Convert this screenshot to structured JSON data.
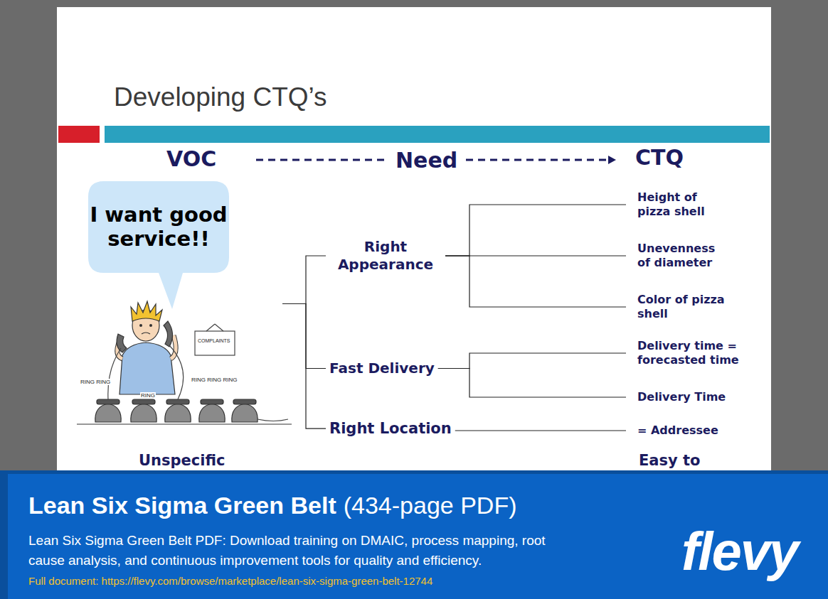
{
  "diagram": {
    "title": "Developing CTQ’s",
    "nodes": [
      {
        "text": [
          "I want good service!!"
        ]
      },
      {
        "text": [
          "Right Appearance"
        ]
      },
      {
        "text": [
          "Fast Delivery"
        ]
      },
      {
        "text": [
          "Right Location"
        ]
      },
      {
        "text": [
          "Height of pizza shell"
        ]
      },
      {
        "text": [
          "Unevenness of diameter"
        ]
      },
      {
        "text": [
          "Color of pizza shell"
        ]
      },
      {
        "text": [
          "Delivery time = forecasted time"
        ]
      },
      {
        "text": [
          "Delivery Time"
        ]
      },
      {
        "text": [
          "= Addressee"
        ]
      }
    ],
    "edges": [
      {
        "from": 0,
        "to": 1,
        "arrow": "none"
      },
      {
        "from": 0,
        "to": 2,
        "arrow": "none"
      },
      {
        "from": 0,
        "to": 3,
        "arrow": "none"
      },
      {
        "from": 1,
        "to": 4,
        "arrow": "none"
      },
      {
        "from": 1,
        "to": 5,
        "arrow": "none"
      },
      {
        "from": 1,
        "to": 6,
        "arrow": "none"
      },
      {
        "from": 2,
        "to": 7,
        "arrow": "none"
      },
      {
        "from": 2,
        "to": 8,
        "arrow": "none"
      },
      {
        "from": 3,
        "to": 9,
        "arrow": "none"
      }
    ],
    "labels": [
      "VOC",
      "Need",
      "CTQ",
      "COMPLAINTS",
      "RING RING",
      "RING",
      "RING RING RING",
      "Unspecific",
      "Easy to",
      "Lean Six Sigma Green Belt",
      "(434-page PDF)",
      "Lean Six Sigma Green Belt PDF: Download training on DMAIC, process mapping, root cause analysis, and continuous improvement tools for quality and efficiency.",
      "Full document: https://flevy.com/browse/marketplace/lean-six-sigma-green-belt-12744",
      "flevy"
    ]
  }
}
